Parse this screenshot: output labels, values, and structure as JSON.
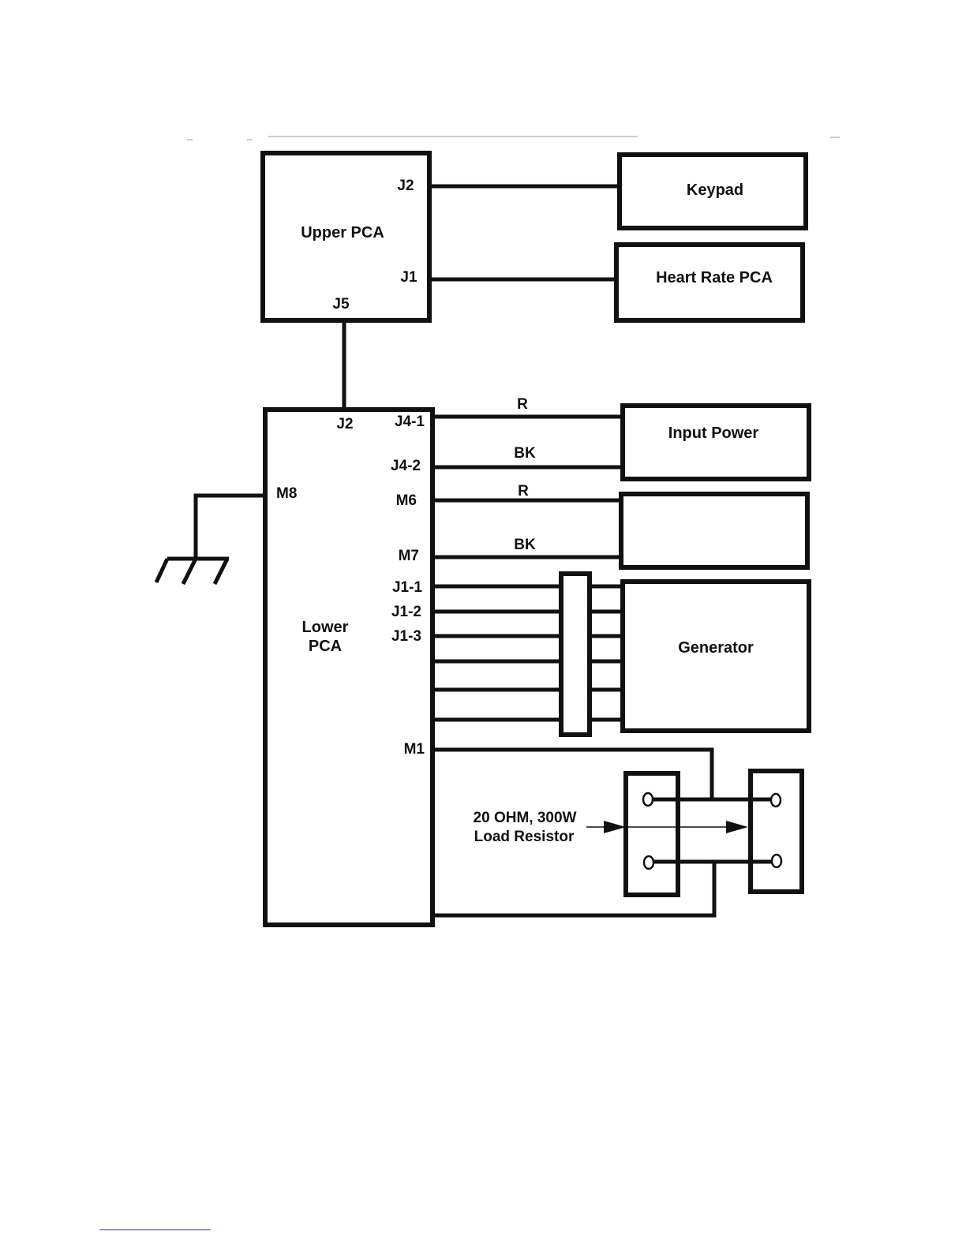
{
  "blocks": {
    "upper_pca": {
      "title": "Upper PCA",
      "j2": "J2",
      "j1": "J1",
      "j5": "J5"
    },
    "keypad": {
      "title": "Keypad"
    },
    "heart_rate": {
      "title": "Heart Rate PCA"
    },
    "lower_pca": {
      "title_line1": "Lower",
      "title_line2": "PCA",
      "j2": "J2",
      "j4_1": "J4-1",
      "j4_2": "J4-2",
      "m6": "M6",
      "m7": "M7",
      "m8": "M8",
      "j1_1": "J1-1",
      "j1_2": "J1-2",
      "j1_3": "J1-3",
      "m1": "M1"
    },
    "input_power": {
      "title": "Input Power"
    },
    "generator": {
      "title": "Generator"
    }
  },
  "wires": {
    "j4_1_color": "R",
    "j4_2_color": "BK",
    "m6_color": "R",
    "m7_color": "BK"
  },
  "load_resistor": {
    "line1": "20 OHM, 300W",
    "line2": "Load Resistor"
  },
  "colors": {
    "ink": "#111111",
    "rule": "#2a3a8c"
  }
}
